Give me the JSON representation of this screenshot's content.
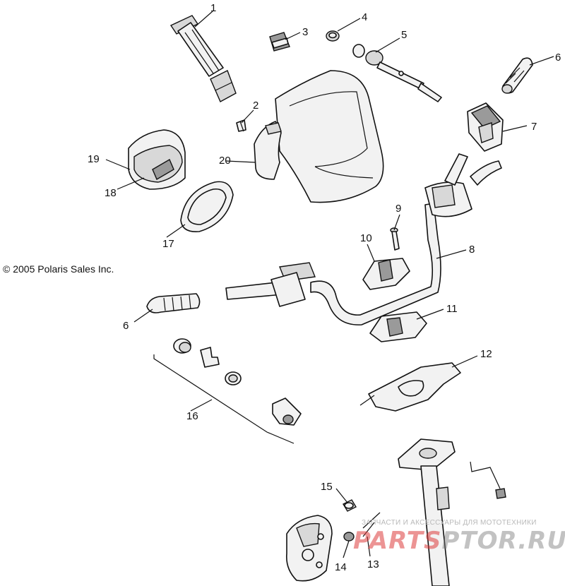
{
  "copyright": "© 2005 Polaris Sales Inc.",
  "callouts": [
    {
      "id": "callout-1",
      "label": "1"
    },
    {
      "id": "callout-2",
      "label": "2"
    },
    {
      "id": "callout-3",
      "label": "3"
    },
    {
      "id": "callout-4",
      "label": "4"
    },
    {
      "id": "callout-5",
      "label": "5"
    },
    {
      "id": "callout-6a",
      "label": "6"
    },
    {
      "id": "callout-6b",
      "label": "6"
    },
    {
      "id": "callout-7",
      "label": "7"
    },
    {
      "id": "callout-8",
      "label": "8"
    },
    {
      "id": "callout-9",
      "label": "9"
    },
    {
      "id": "callout-10",
      "label": "10"
    },
    {
      "id": "callout-11",
      "label": "11"
    },
    {
      "id": "callout-12",
      "label": "12"
    },
    {
      "id": "callout-13",
      "label": "13"
    },
    {
      "id": "callout-14",
      "label": "14"
    },
    {
      "id": "callout-15",
      "label": "15"
    },
    {
      "id": "callout-16",
      "label": "16"
    },
    {
      "id": "callout-17",
      "label": "17"
    },
    {
      "id": "callout-18",
      "label": "18"
    },
    {
      "id": "callout-19",
      "label": "19"
    },
    {
      "id": "callout-20",
      "label": "20"
    }
  ],
  "watermark": {
    "caption": "ЗАПЧАСТИ И АКСЕССУАРЫ ДЛЯ МОТОТЕХНИКИ",
    "logo_part1": "PARTS",
    "logo_part2": "PTOR.RU"
  }
}
